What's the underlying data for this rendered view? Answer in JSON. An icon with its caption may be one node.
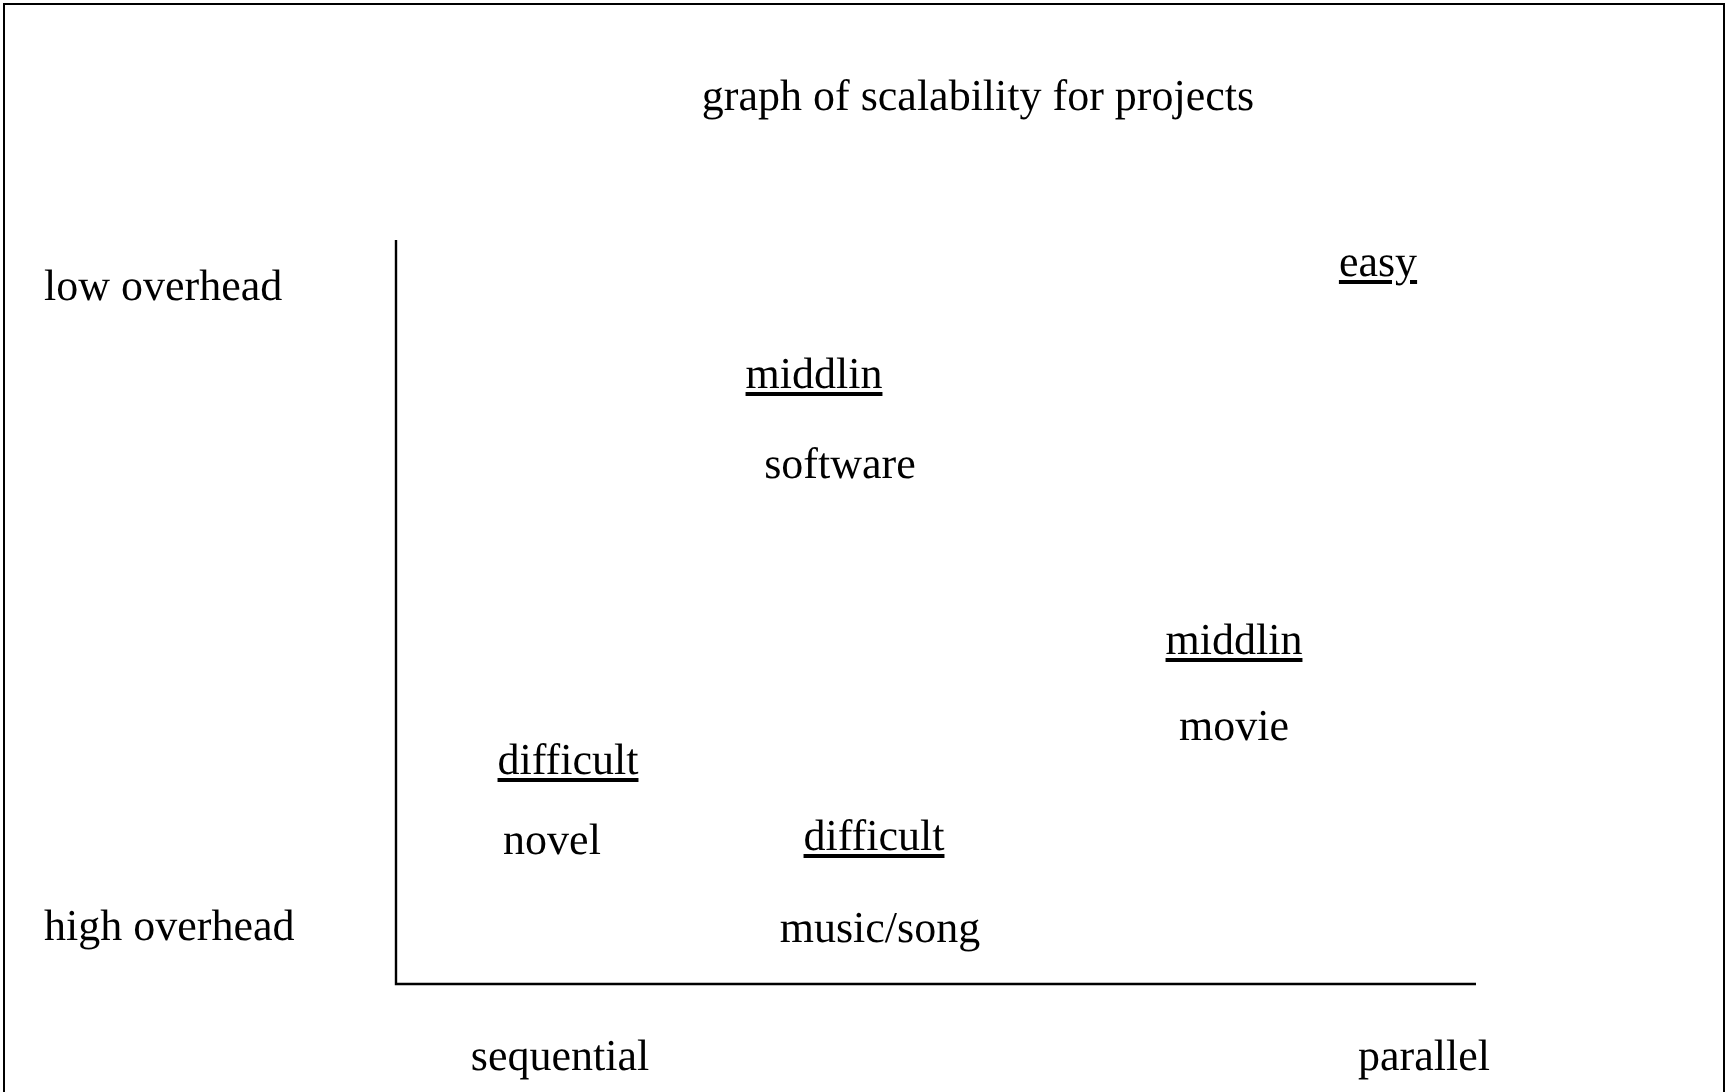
{
  "diagram": {
    "title": "graph of scalability for projects",
    "labels": [
      "easy",
      "low overhead",
      "middlin",
      "software",
      "middlin",
      "movie",
      "difficult",
      "novel",
      "difficult",
      "high overhead",
      "music/song",
      "sequential",
      "parallel"
    ]
  }
}
